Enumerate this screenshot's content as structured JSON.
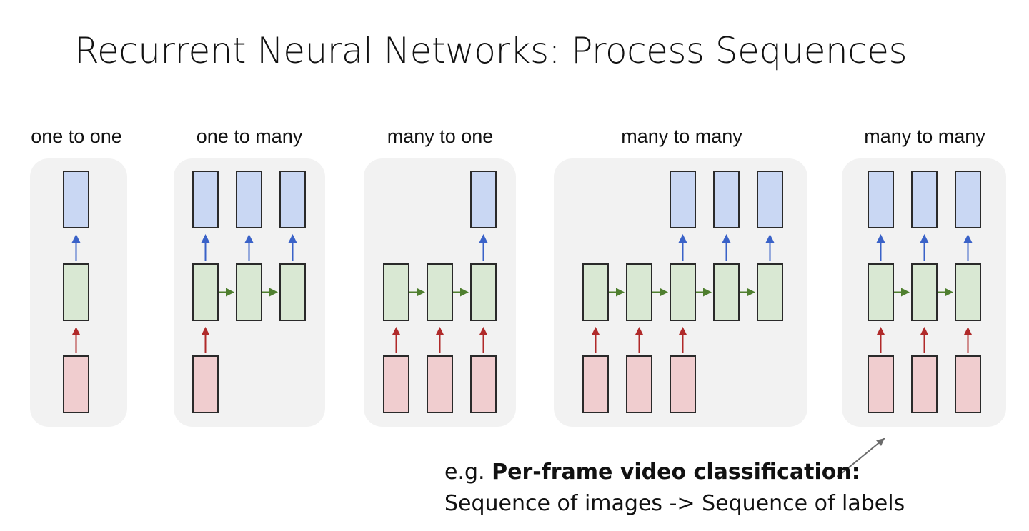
{
  "title": "Recurrent Neural Networks: Process Sequences",
  "colors": {
    "output_fill": "#c9d7f3",
    "hidden_fill": "#d9e8d3",
    "input_fill": "#f0cdcf",
    "output_arrow": "#3a62c8",
    "hidden_arrow": "#4f7f2f",
    "input_arrow": "#b02a2a",
    "panel_bg": "#f2f2f2"
  },
  "panels": [
    {
      "label": "one to one",
      "inputs": [
        0
      ],
      "hiddens": [
        0
      ],
      "outputs": [
        0
      ]
    },
    {
      "label": "one to many",
      "inputs": [
        0
      ],
      "hiddens": [
        0,
        1,
        2
      ],
      "outputs": [
        0,
        1,
        2
      ]
    },
    {
      "label": "many to one",
      "inputs": [
        0,
        1,
        2
      ],
      "hiddens": [
        0,
        1,
        2
      ],
      "outputs": [
        2
      ]
    },
    {
      "label": "many to many",
      "inputs": [
        0,
        1,
        2
      ],
      "hiddens": [
        0,
        1,
        2,
        3,
        4
      ],
      "outputs": [
        2,
        3,
        4
      ]
    },
    {
      "label": "many to many",
      "inputs": [
        0,
        1,
        2
      ],
      "hiddens": [
        0,
        1,
        2
      ],
      "outputs": [
        0,
        1,
        2
      ]
    }
  ],
  "caption": {
    "prefix": "e.g. ",
    "bold": "Per-frame video classification:",
    "line2": "Sequence of images -> Sequence of labels"
  }
}
